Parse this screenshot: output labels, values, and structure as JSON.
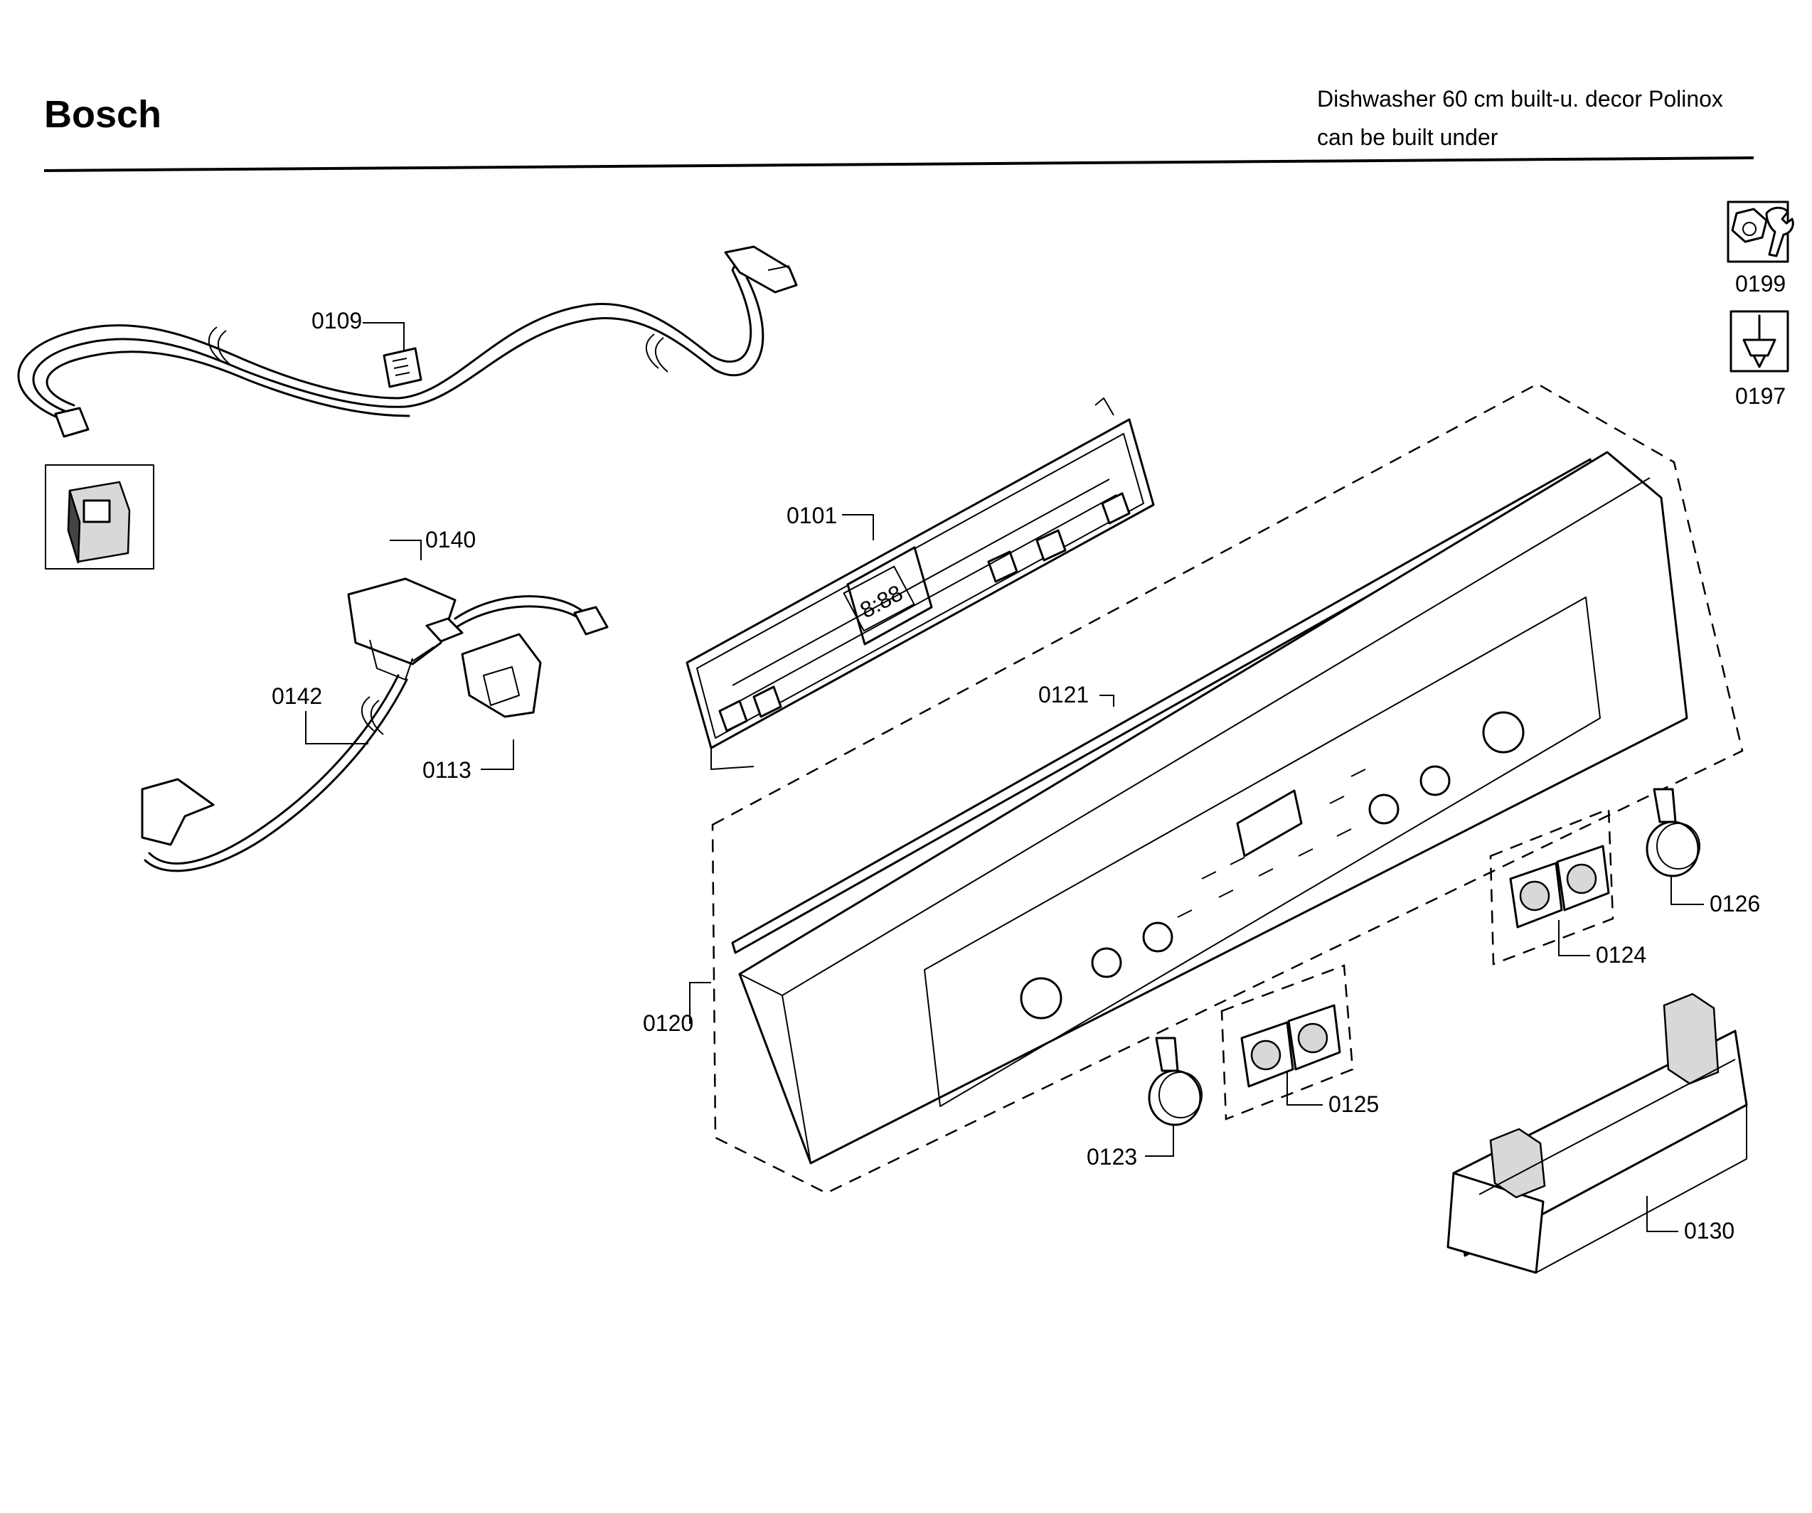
{
  "header": {
    "brand": "Bosch",
    "title_line1": "Dishwasher 60 cm built-u. decor Polinox",
    "title_line2": "can be built under"
  },
  "callouts": {
    "c0101": "0101",
    "c0109": "0109",
    "c0113": "0113",
    "c0120": "0120",
    "c0121": "0121",
    "c0123": "0123",
    "c0124": "0124",
    "c0125": "0125",
    "c0126": "0126",
    "c0130": "0130",
    "c0140": "0140",
    "c0142": "0142",
    "c0197": "0197",
    "c0199": "0199"
  },
  "display": {
    "digits": "8:88"
  },
  "icons": {
    "tool_0199": "wrench-nut-icon",
    "tool_0197": "screwdriver-icon"
  }
}
